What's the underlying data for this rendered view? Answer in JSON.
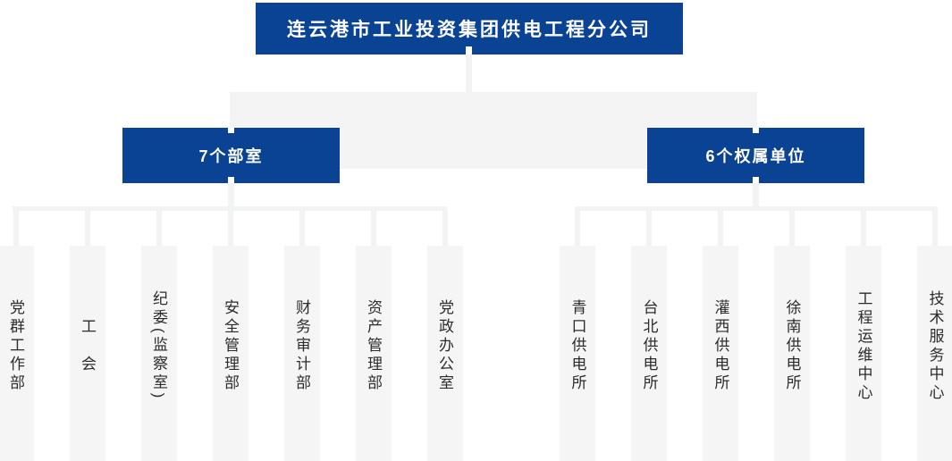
{
  "org": {
    "root_label": "连云港市工业投资集团供电工程分公司",
    "branches": [
      {
        "label": "7个部室",
        "children": [
          "党群工作部",
          "工　会",
          "纪委(监察室)",
          "安全管理部",
          "财务审计部",
          "资产管理部",
          "党政办公室"
        ]
      },
      {
        "label": "6个权属单位",
        "children": [
          "青口供电所",
          "台北供电所",
          "灌西供电所",
          "徐南供电所",
          "工程运维中心",
          "技术服务中心"
        ]
      }
    ],
    "colors": {
      "primary_blue": "#0a4394",
      "band_gray": "#f4f4f5",
      "line_gray": "#f2f3f4",
      "box_gray": "#f5f5f6",
      "text_dark": "#2c2c2c"
    }
  }
}
